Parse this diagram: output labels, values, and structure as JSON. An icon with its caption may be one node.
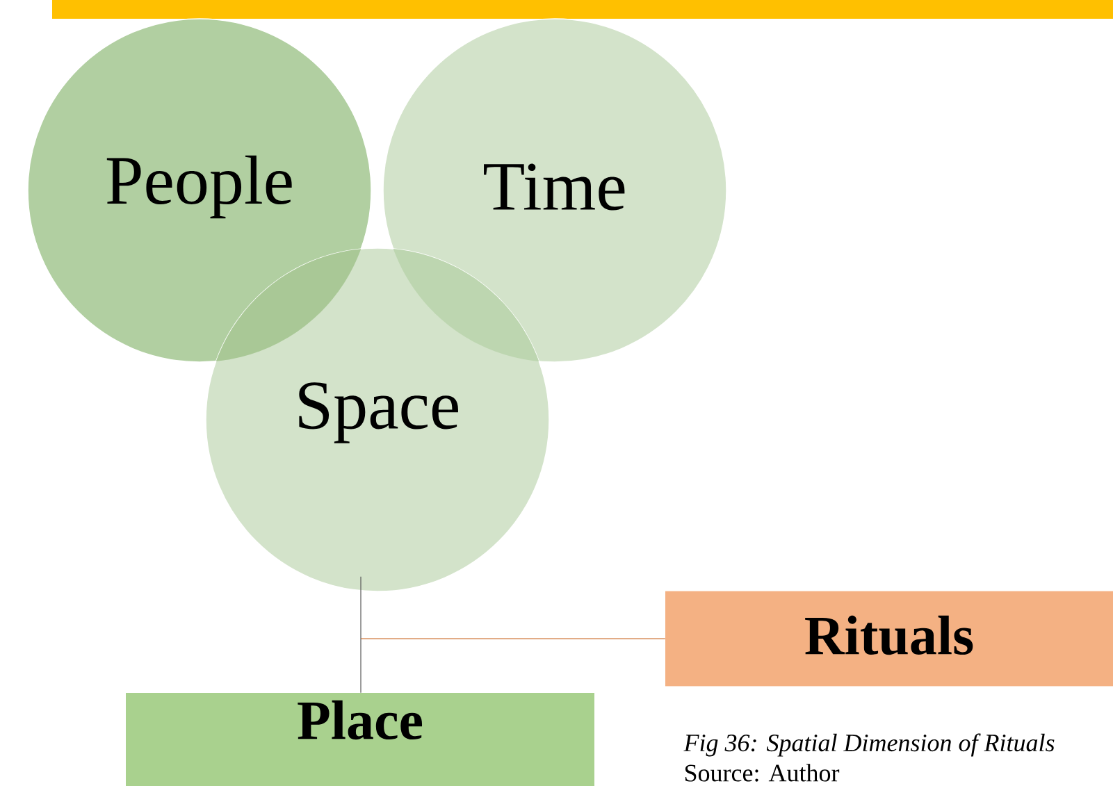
{
  "diagram": {
    "caption": "Fig 36: Spatial Dimension of Rituals",
    "nodes": [
      {
        "text": [],
        "shape": "bar"
      },
      {
        "text": [
          "People"
        ]
      },
      {
        "text": [
          "Time"
        ]
      },
      {
        "text": [
          "Space"
        ]
      },
      {
        "text": [
          "Place"
        ]
      },
      {
        "text": [
          "Rituals"
        ]
      }
    ],
    "edges": [
      {
        "from": 3,
        "to": 4,
        "arrow": "none"
      },
      {
        "from": 3,
        "to": 5,
        "arrow": "none",
        "color": "#c55a11"
      }
    ],
    "labels": [
      "Source: Author"
    ]
  }
}
